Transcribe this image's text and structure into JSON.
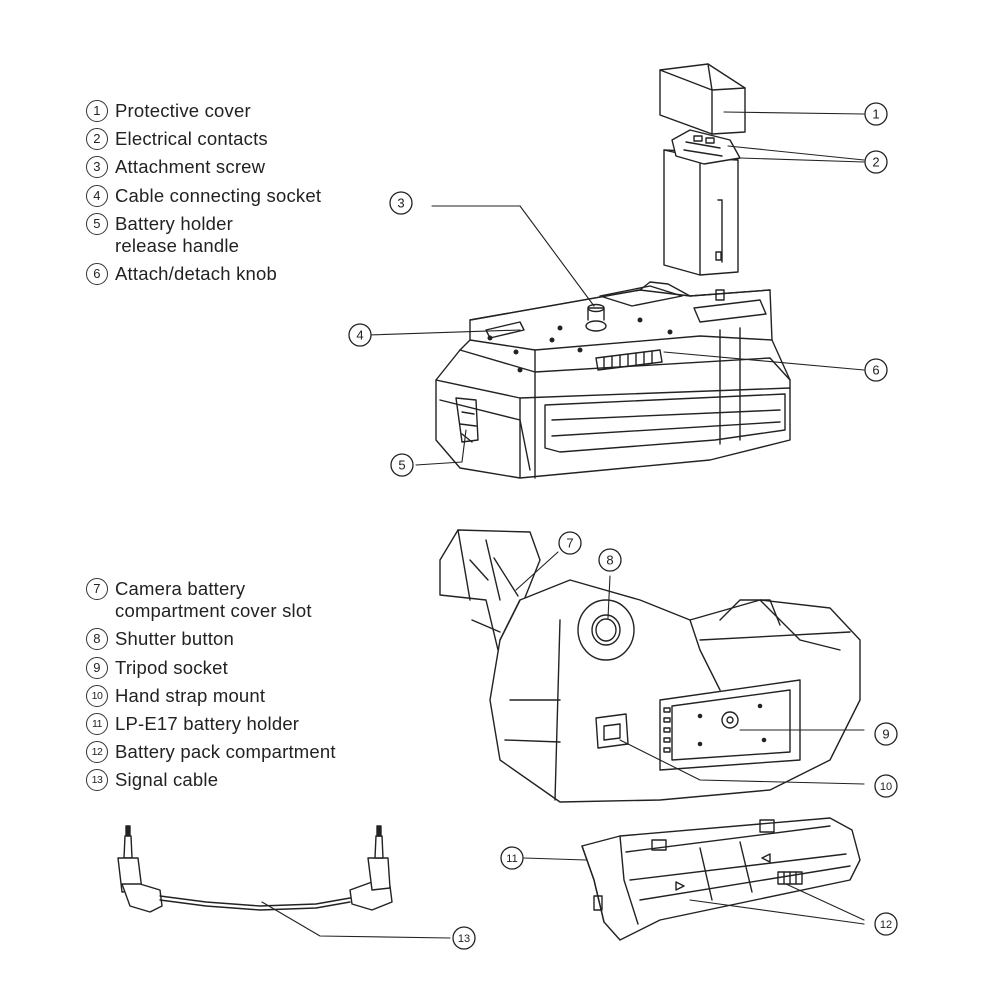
{
  "legend_top": [
    {
      "num": "1",
      "text": "Protective cover"
    },
    {
      "num": "2",
      "text": "Electrical contacts"
    },
    {
      "num": "3",
      "text": "Attachment screw"
    },
    {
      "num": "4",
      "text": "Cable connecting socket"
    },
    {
      "num": "5",
      "text": "Battery holder\nrelease handle"
    },
    {
      "num": "6",
      "text": "Attach/detach knob"
    }
  ],
  "legend_bottom": [
    {
      "num": "7",
      "text": "Camera battery\ncompartment cover slot"
    },
    {
      "num": "8",
      "text": "Shutter button"
    },
    {
      "num": "9",
      "text": "Tripod socket"
    },
    {
      "num": "10",
      "text": "Hand strap mount"
    },
    {
      "num": "11",
      "text": "LP-E17 battery holder"
    },
    {
      "num": "12",
      "text": "Battery pack compartment"
    },
    {
      "num": "13",
      "text": "Signal cable"
    }
  ],
  "callouts": {
    "c1": "1",
    "c2": "2",
    "c3": "3",
    "c4": "4",
    "c5": "5",
    "c6": "6",
    "c7": "7",
    "c8": "8",
    "c9": "9",
    "c10": "10",
    "c11": "11",
    "c12": "12",
    "c13": "13"
  },
  "colors": {
    "line": "#222222",
    "background": "#ffffff"
  }
}
